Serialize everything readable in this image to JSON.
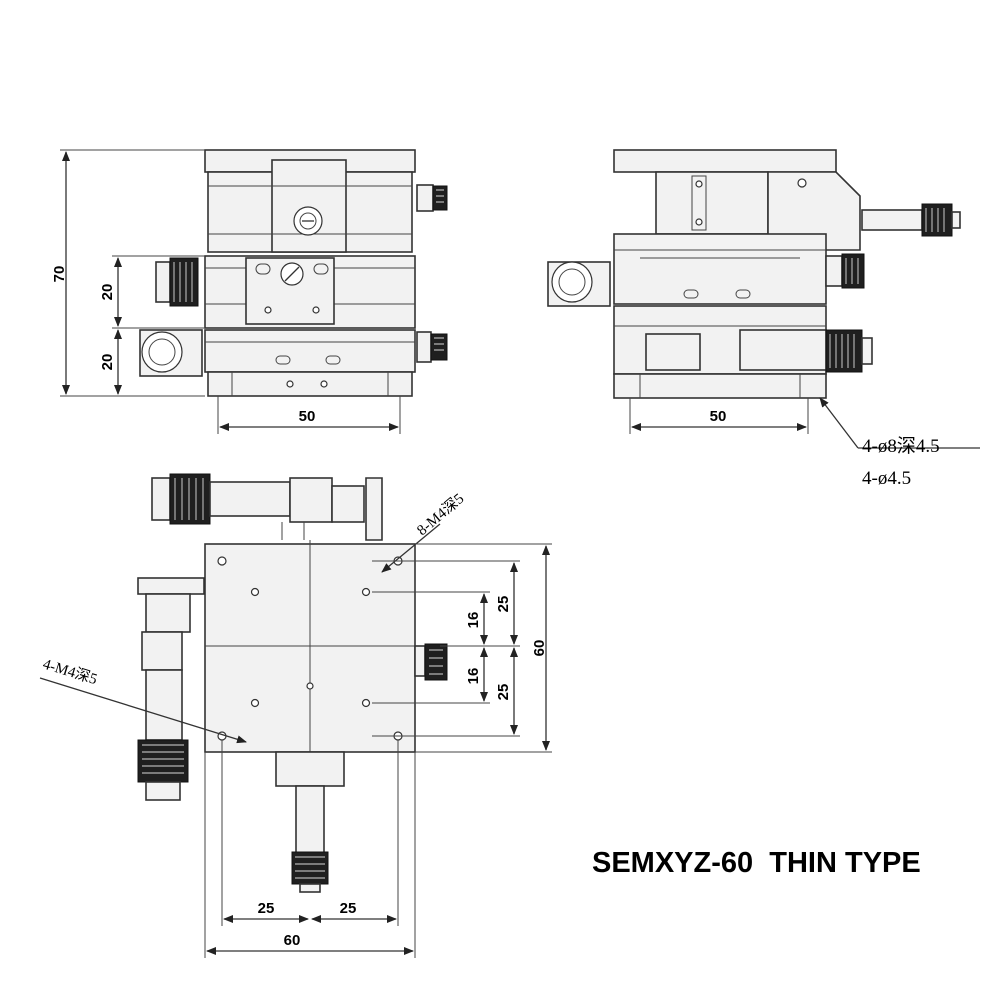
{
  "title": "SEMXYZ-60  THIN TYPE",
  "front_view": {
    "height_total": "70",
    "height_upper": "20",
    "height_lower": "20",
    "width_base": "50"
  },
  "side_view": {
    "width_base": "50",
    "hole_note_1": "4-ø8深4.5",
    "hole_note_2": "4-ø4.5"
  },
  "top_view": {
    "thread_note_8": "8-M4深5",
    "thread_note_4": "4-M4深5",
    "dim_25_top": "25",
    "dim_16_top": "16",
    "dim_16_bottom": "16",
    "dim_25_bottom": "25",
    "dim_60_height": "60",
    "dim_25_left": "25",
    "dim_25_right": "25",
    "dim_60_width": "60"
  }
}
